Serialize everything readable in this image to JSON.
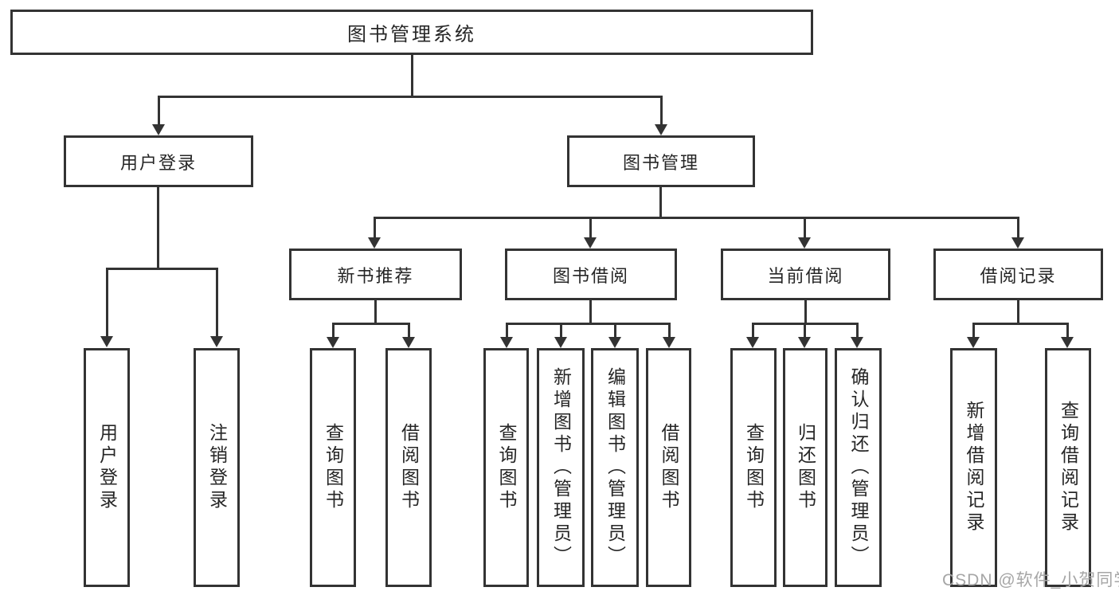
{
  "diagram": {
    "root": "图书管理系统",
    "branches": [
      {
        "label": "用户登录",
        "children": [
          "用户登录",
          "注销登录"
        ]
      },
      {
        "label": "图书管理",
        "groups": [
          {
            "label": "新书推荐",
            "children": [
              "查询图书",
              "借阅图书"
            ]
          },
          {
            "label": "图书借阅",
            "children": [
              "查询图书",
              "新增图书（管理员）",
              "编辑图书（管理员）",
              "借阅图书"
            ]
          },
          {
            "label": "当前借阅",
            "children": [
              "查询图书",
              "归还图书",
              "确认归还（管理员）"
            ]
          },
          {
            "label": "借阅记录",
            "children": [
              "新增借阅记录",
              "查询借阅记录"
            ]
          }
        ]
      }
    ]
  },
  "watermark": "CSDN @软件_小贺同学",
  "colors": {
    "line": "#333333",
    "text": "#262626",
    "background": "#ffffff",
    "watermark": "#a6a6a6"
  }
}
